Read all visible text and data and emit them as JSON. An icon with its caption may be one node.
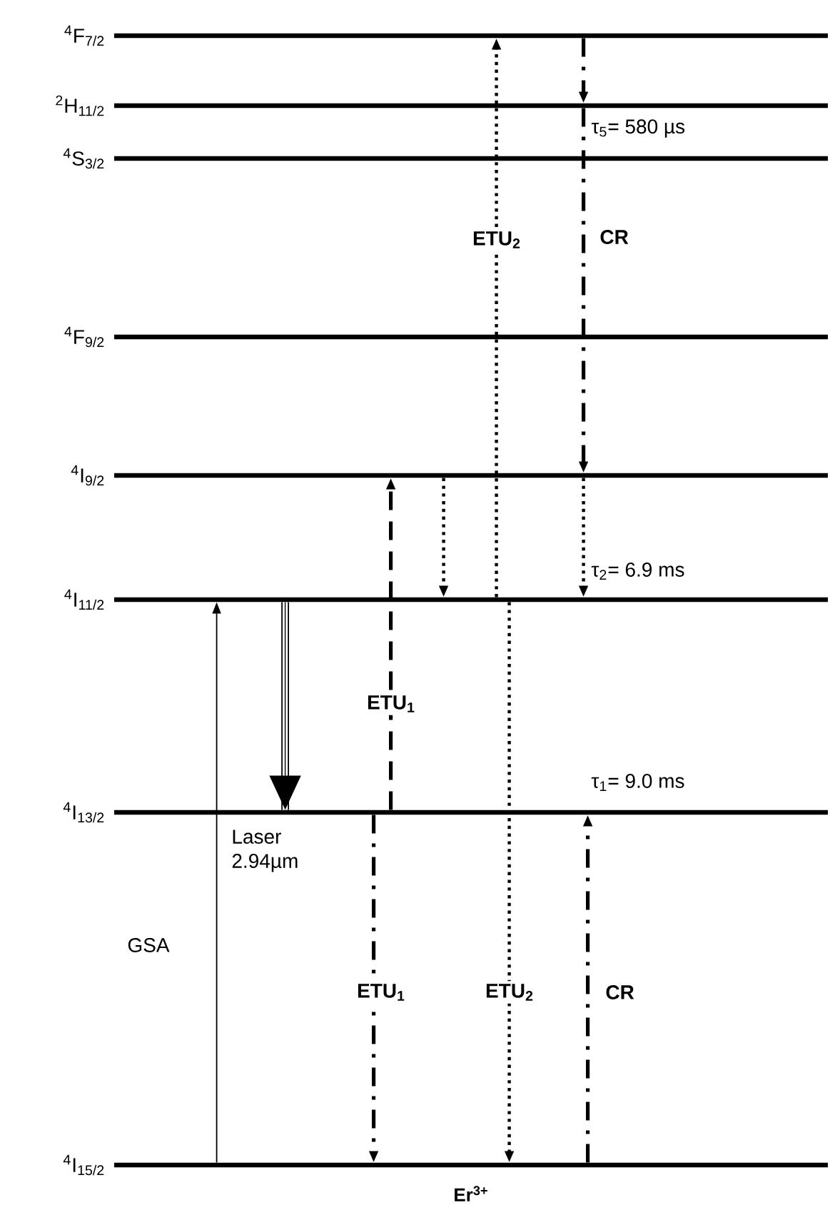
{
  "diagram": {
    "nodes": [
      {
        "text": [
          "$^{4}$F$_{7/2}$"
        ]
      },
      {
        "text": [
          "$^{2}$H$_{11/2}$"
        ],
        "beside": [
          "τ$_{5}$= 580 µs"
        ]
      },
      {
        "text": [
          "$^{4}$S$_{3/2}$"
        ]
      },
      {
        "text": [
          "$^{4}$F$_{9/2}$"
        ]
      },
      {
        "text": [
          "$^{4}$I$_{9/2}$"
        ]
      },
      {
        "text": [
          "$^{4}$I$_{11/2}$"
        ],
        "beside": [
          "τ$_{2}$= 6.9 ms"
        ]
      },
      {
        "text": [
          "$^{4}$I$_{13/2}$"
        ],
        "beside": [
          "τ$_{1}$= 9.0 ms"
        ]
      },
      {
        "text": [
          "$^{4}$I$_{15/2}$"
        ]
      }
    ],
    "edges": [
      {
        "from": 7,
        "to": 5,
        "arrow": "to",
        "label": "GSA"
      },
      {
        "from": 5,
        "to": 6,
        "arrow": "to",
        "style": "thick",
        "label": "Laser 2.94µm"
      },
      {
        "from": 6,
        "to": 4,
        "arrow": "to",
        "style": "dashed",
        "label": "ETU$_{1}$"
      },
      {
        "from": 6,
        "to": 7,
        "arrow": "to",
        "style": "dashed",
        "label": "ETU$_{1}$"
      },
      {
        "from": 4,
        "to": 5,
        "arrow": "to",
        "style": "dashed"
      },
      {
        "from": 5,
        "to": 0,
        "arrow": "to",
        "style": "dashed",
        "label": "ETU$_{2}$"
      },
      {
        "from": 5,
        "to": 7,
        "arrow": "to",
        "style": "dashed",
        "label": "ETU$_{2}$"
      },
      {
        "from": 0,
        "to": 1,
        "arrow": "to",
        "style": "dashed"
      },
      {
        "from": 1,
        "to": 4,
        "arrow": "to",
        "style": "dashed",
        "label": "CR"
      },
      {
        "from": 4,
        "to": 5,
        "arrow": "to",
        "style": "dashed"
      },
      {
        "from": 7,
        "to": 6,
        "arrow": "to",
        "style": "dashed",
        "label": "CR"
      }
    ],
    "labels": [
      "Er$^{3+}$"
    ]
  }
}
